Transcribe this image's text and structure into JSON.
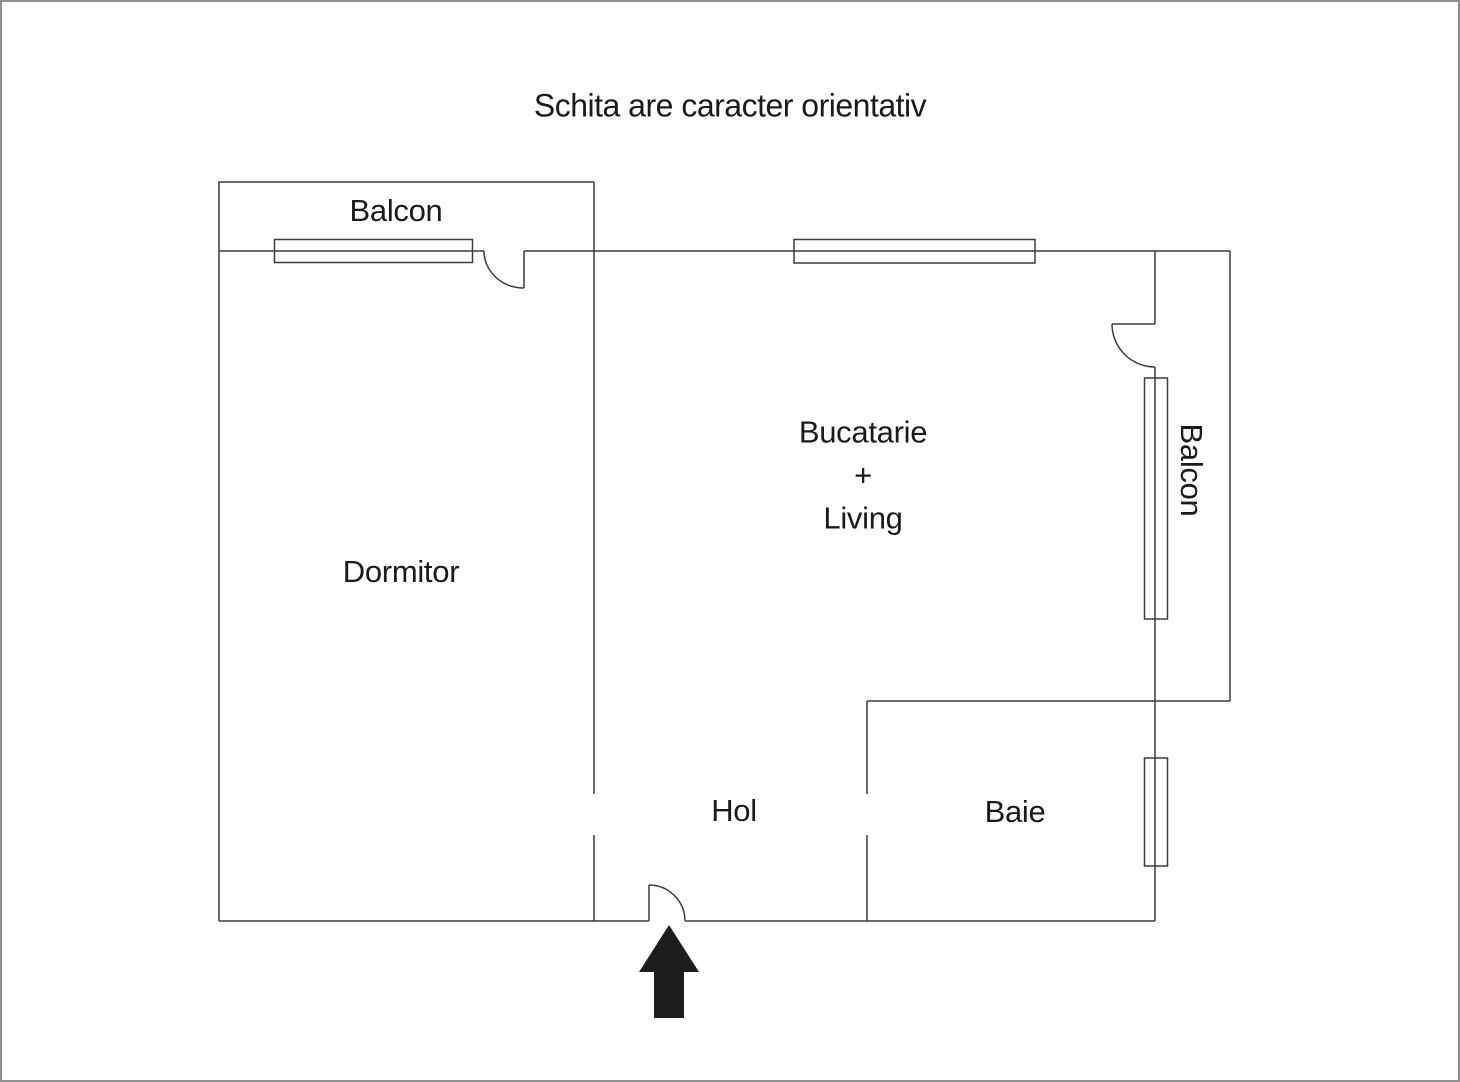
{
  "title": "Schita are caracter orientativ",
  "rooms": {
    "balcony_top": "Balcon",
    "bedroom": "Dormitor",
    "kitchen_living": {
      "line1": "Bucatarie",
      "line2": "+",
      "line3": "Living"
    },
    "hall": "Hol",
    "bathroom": "Baie",
    "balcony_right": "Balcon"
  },
  "icons": {
    "entrance_arrow": "up-arrow"
  },
  "colors": {
    "wall": "#3c3c3b",
    "text": "#1a1a1a",
    "arrow": "#1d1d1b",
    "border": "#8f8f8f",
    "background": "#ffffff"
  }
}
